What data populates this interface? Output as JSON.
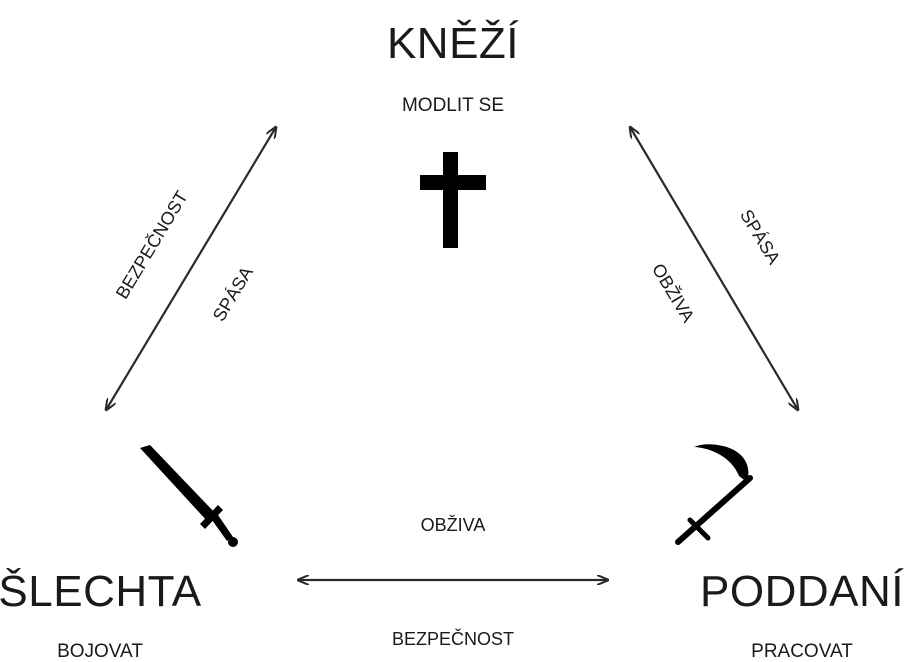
{
  "nodes": {
    "top": {
      "title": "KNĚŽÍ",
      "subtitle": "MODLIT SE",
      "icon": "cross-icon"
    },
    "left": {
      "title": "ŠLECHTA",
      "subtitle": "BOJOVAT",
      "icon": "sword-icon"
    },
    "right": {
      "title": "PODDANÍ",
      "subtitle": "PRACOVAT",
      "icon": "scythe-icon"
    }
  },
  "edges": {
    "left_top": {
      "outer_label": "BEZPEČNOST",
      "inner_label": "SPÁSA"
    },
    "top_right": {
      "outer_label": "SPÁSA",
      "inner_label": "OBŽIVA"
    },
    "left_right": {
      "upper_label": "OBŽIVA",
      "lower_label": "BEZPEČNOST"
    }
  },
  "colors": {
    "ink": "#1a1a1a",
    "icon": "#000000",
    "background": "#ffffff"
  }
}
